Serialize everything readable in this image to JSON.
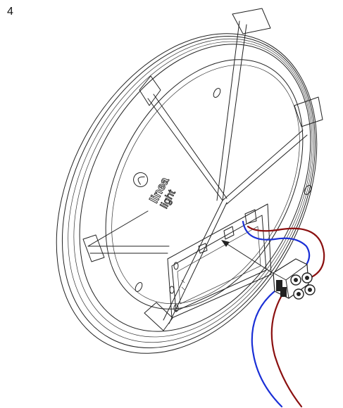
{
  "step": {
    "number": "4"
  },
  "logo": {
    "line1": "linea",
    "line2": "light"
  },
  "colors": {
    "outline": "#222222",
    "wire_blue": "#1a2fd6",
    "wire_red": "#8b1010",
    "background": "#ffffff"
  },
  "icons": {
    "arrow": "insert-arrow-icon",
    "logo": "lamp-logo-icon"
  }
}
